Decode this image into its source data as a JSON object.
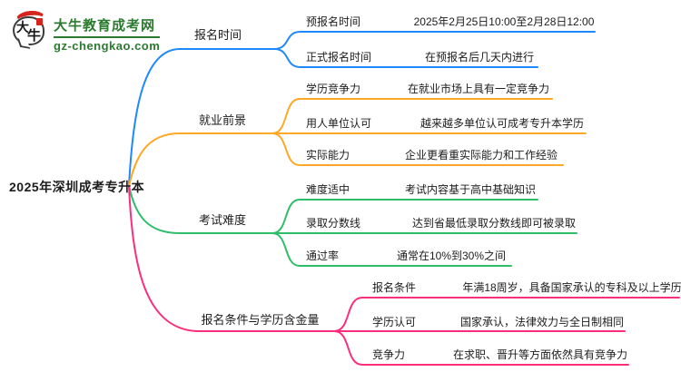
{
  "logo": {
    "site_name": "大牛教育成考网",
    "site_url": "gz-chengkao.com",
    "icon_text_top": "大",
    "icon_text_bottom": "牛",
    "brand_green": "#2b7a2f",
    "brand_red": "#d5251d"
  },
  "root": {
    "label": "2025年深圳成考专升本"
  },
  "branches": [
    {
      "label": "报名时间",
      "color": "#1e88ff",
      "rows": [
        {
          "label": "预报名时间",
          "value": "2025年2月25日10:00至2月28日12:00"
        },
        {
          "label": "正式报名时间",
          "value": "在预报名后几天内进行"
        }
      ]
    },
    {
      "label": "就业前景",
      "color": "#ffa727",
      "rows": [
        {
          "label": "学历竞争力",
          "value": "在就业市场上具有一定竞争力"
        },
        {
          "label": "用人单位认可",
          "value": "越来越多单位认可成考专升本学历"
        },
        {
          "label": "实际能力",
          "value": "企业更看重实际能力和工作经验"
        }
      ]
    },
    {
      "label": "考试难度",
      "color": "#2ebd69",
      "rows": [
        {
          "label": "难度适中",
          "value": "考试内容基于高中基础知识"
        },
        {
          "label": "录取分数线",
          "value": "达到省最低录取分数线即可被录取"
        },
        {
          "label": "通过率",
          "value": "通常在10%到30%之间"
        }
      ]
    },
    {
      "label": "报名条件与学历含金量",
      "color": "#fb2e7e",
      "rows": [
        {
          "label": "报名条件",
          "value": "年满18周岁，具备国家承认的专科及以上学历"
        },
        {
          "label": "学历认可",
          "value": "国家承认，法律效力与全日制相同"
        },
        {
          "label": "竞争力",
          "value": "在求职、晋升等方面依然具有竞争力"
        }
      ]
    }
  ]
}
